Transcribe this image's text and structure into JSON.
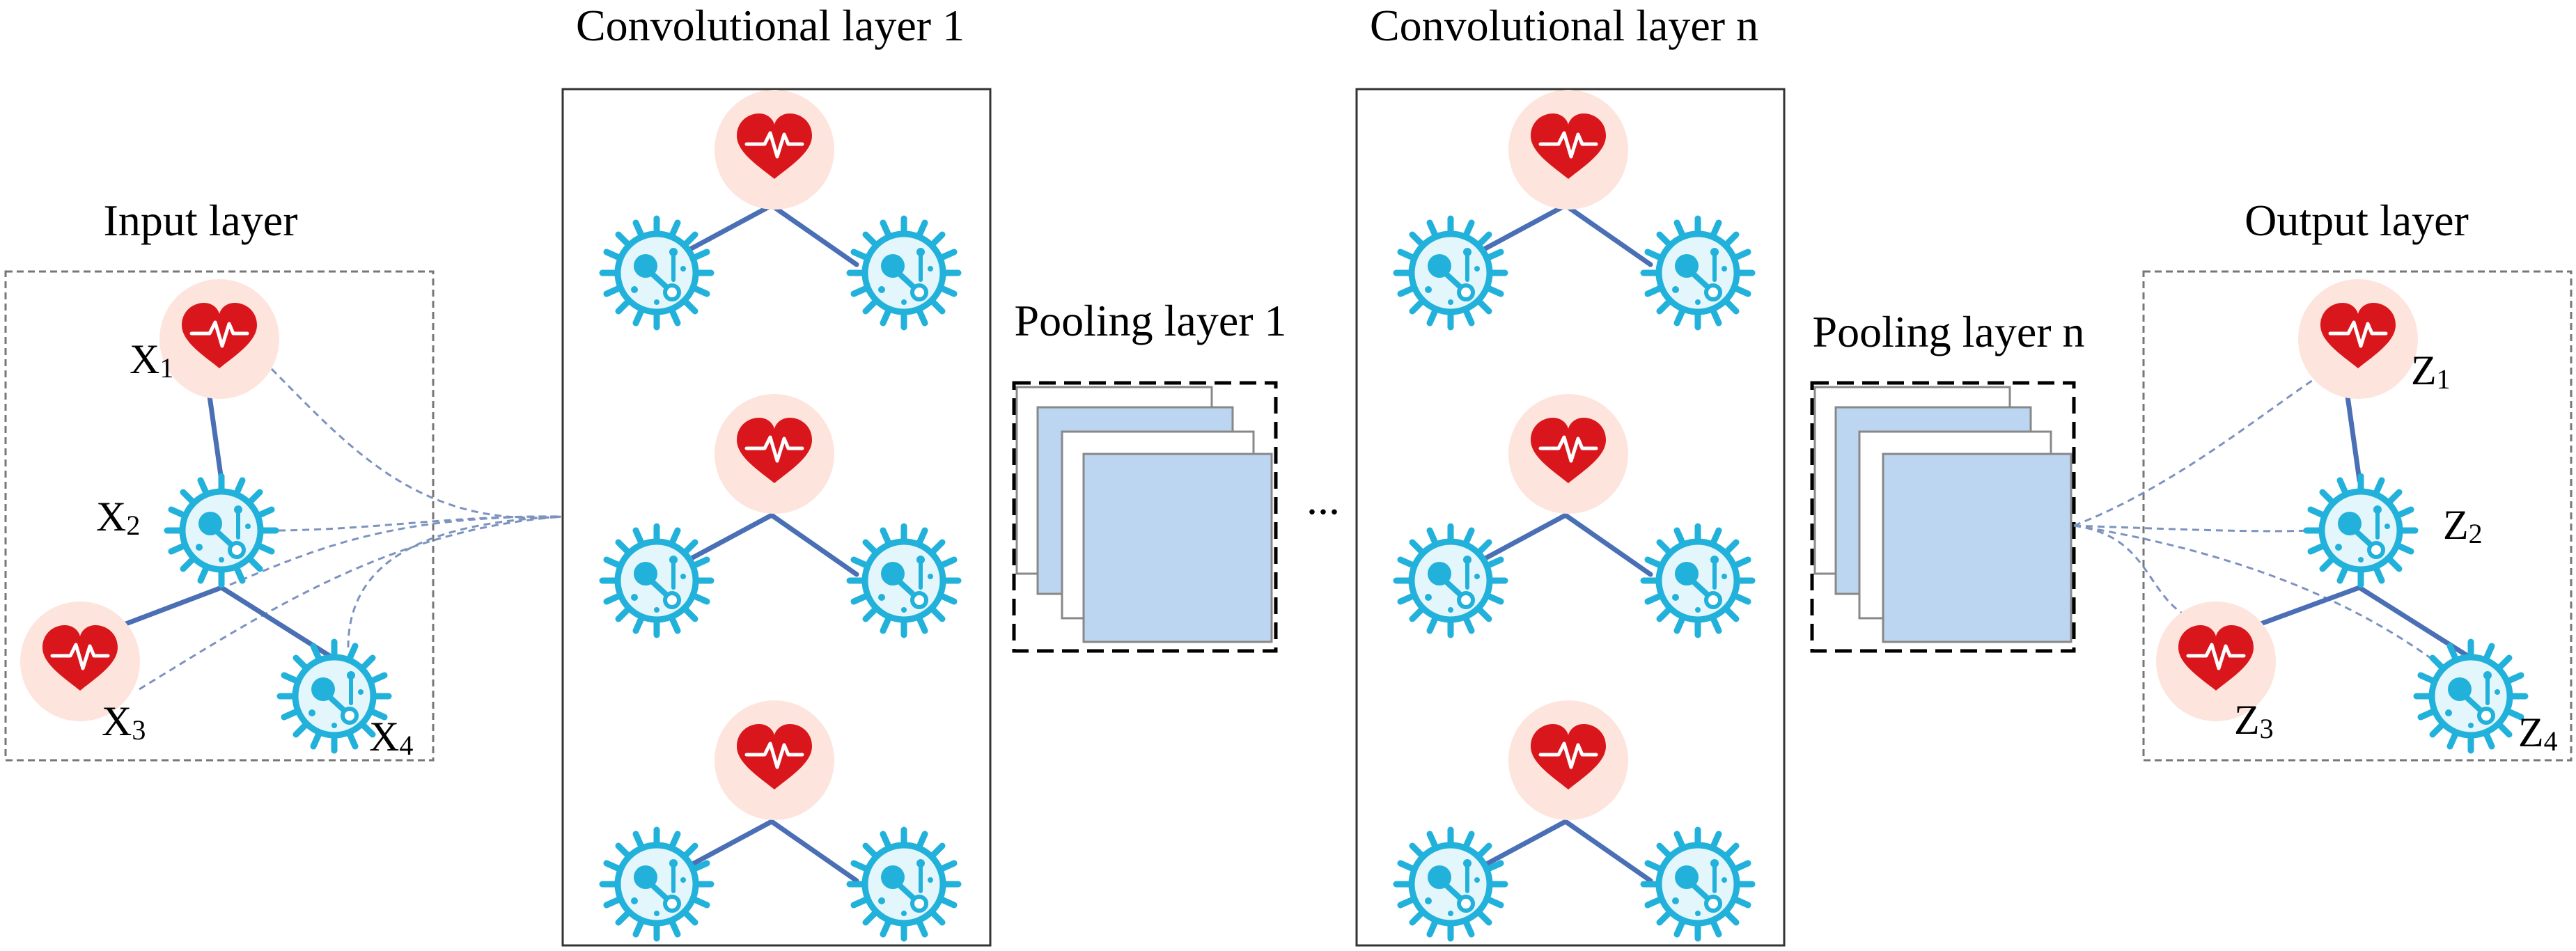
{
  "titles": {
    "input": "Input layer",
    "conv1": "Convolutional layer 1",
    "convn": "Convolutional layer n",
    "pool1": "Pooling layer 1",
    "pooln": "Pooling layer n",
    "output": "Output layer",
    "ellipsis": "..."
  },
  "input_nodes": [
    {
      "letter": "X",
      "sub": "1",
      "icon": "heart-icon"
    },
    {
      "letter": "X",
      "sub": "2",
      "icon": "virus-icon"
    },
    {
      "letter": "X",
      "sub": "3",
      "icon": "heart-icon"
    },
    {
      "letter": "X",
      "sub": "4",
      "icon": "virus-icon"
    }
  ],
  "output_nodes": [
    {
      "letter": "Z",
      "sub": "1",
      "icon": "heart-icon"
    },
    {
      "letter": "Z",
      "sub": "2",
      "icon": "virus-icon"
    },
    {
      "letter": "Z",
      "sub": "3",
      "icon": "heart-icon"
    },
    {
      "letter": "Z",
      "sub": "4",
      "icon": "virus-icon"
    }
  ],
  "colors": {
    "edge": "#4a6fb5",
    "dashed_edge": "#7d93bf",
    "heart_red": "#d9161b",
    "heart_bg": "#fde4dc",
    "virus_stroke": "#22b1da",
    "virus_fill": "#e3f6fc",
    "pool_fill": "#bcd6f1"
  }
}
